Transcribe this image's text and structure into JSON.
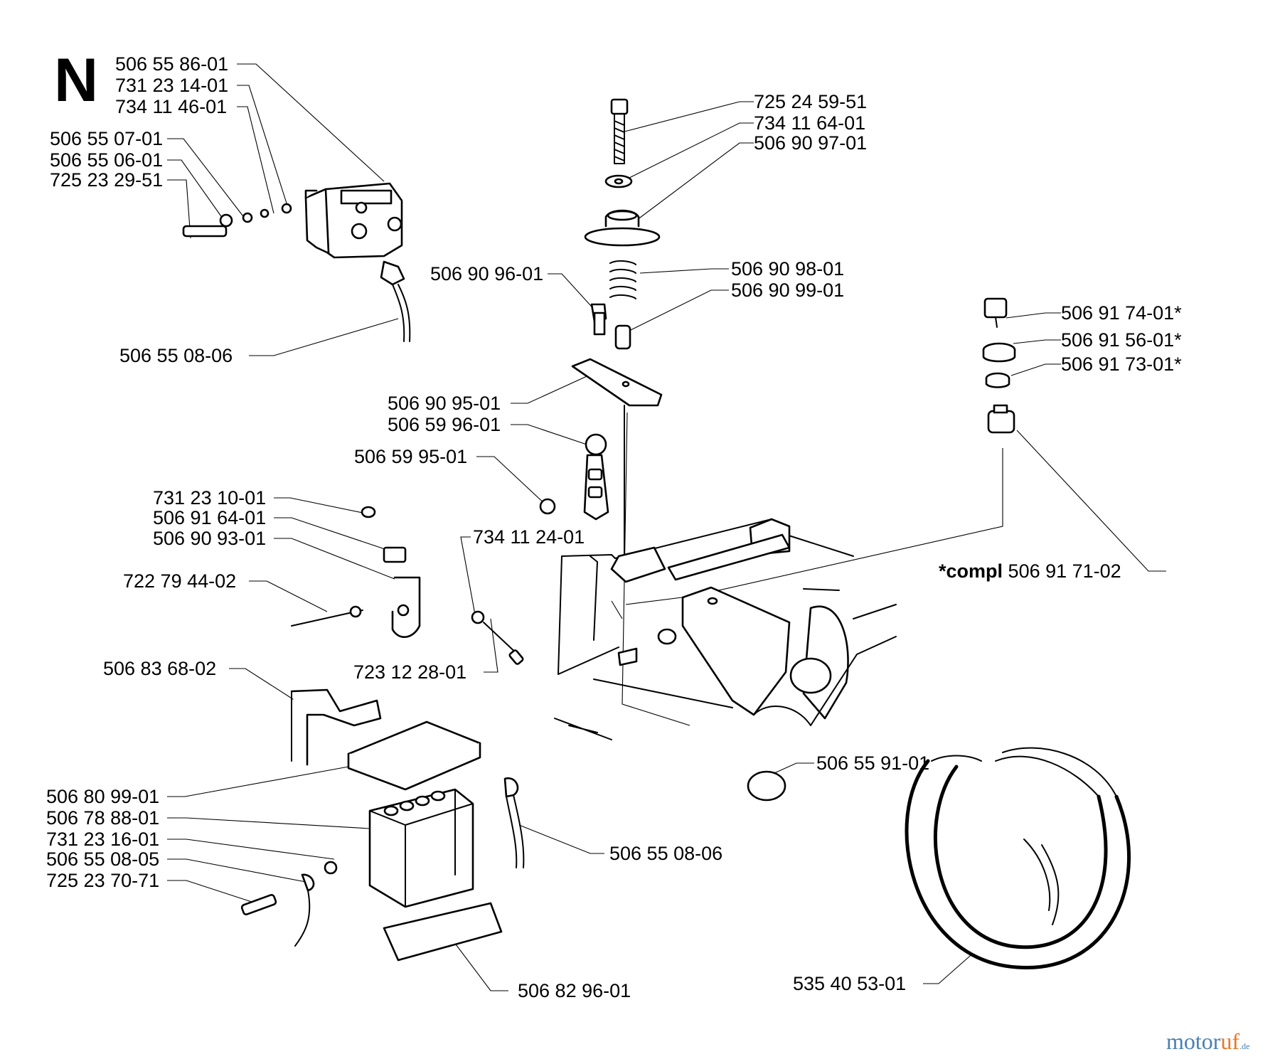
{
  "section_letter": "N",
  "labels": [
    "506 55 86-01",
    "731 23 14-01",
    "734 11 46-01",
    "506 55 07-01",
    "506 55 06-01",
    "725 23 29-51",
    "506 55 08-06",
    "725 24 59-51",
    "734 11 64-01",
    "506 90 97-01",
    "506 90 96-01",
    "506 90 98-01",
    "506 90 99-01",
    "506 91 74-01*",
    "506 91 56-01*",
    "506 91 73-01*",
    "506 90 95-01",
    "506 59 96-01",
    "506 59 95-01",
    "731 23 10-01",
    "506 91 64-01",
    "506 90 93-01",
    "734 11 24-01",
    "722 79 44-02",
    "723 12 28-01",
    "506 83 68-02",
    "506 55 91-01",
    "506 80 99-01",
    "506 78 88-01",
    "731 23 16-01",
    "506 55 08-05",
    "725 23 70-71",
    "506 55 08-06",
    "506 82 96-01",
    "535 40 53-01"
  ],
  "compl": {
    "prefix": "*compl",
    "part": "506 91 71-02"
  },
  "watermark": {
    "main": "motor",
    "accent": "uf",
    "tld": ".de"
  }
}
